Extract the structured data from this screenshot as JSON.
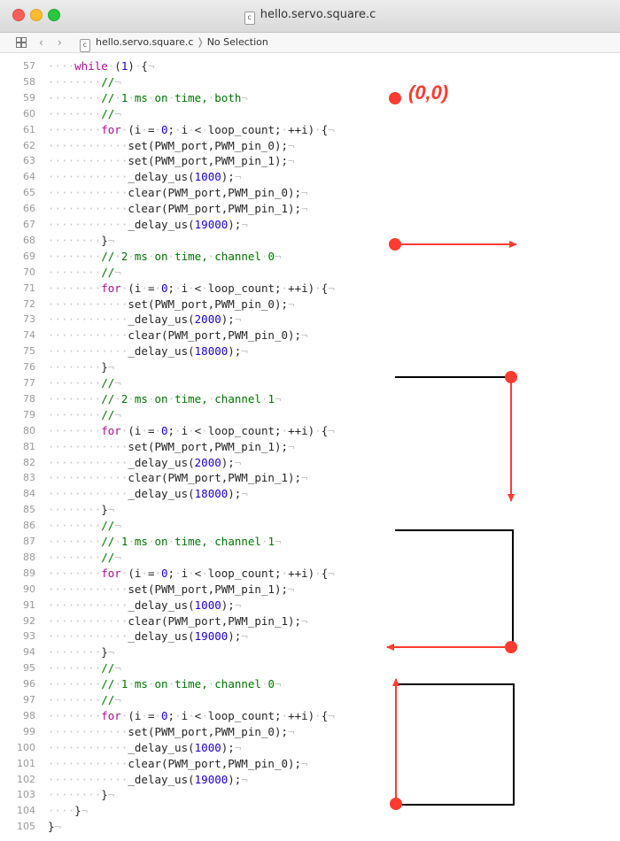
{
  "window": {
    "title": "hello.servo.square.c"
  },
  "navbar": {
    "file_icon_letter": "c",
    "file": "hello.servo.square.c",
    "selection": "No Selection"
  },
  "code": {
    "lines": [
      {
        "n": "57",
        "t": "    while (1) {¬"
      },
      {
        "n": "58",
        "t": "        //¬"
      },
      {
        "n": "59",
        "t": "        // 1 ms on time, both¬"
      },
      {
        "n": "60",
        "t": "        //¬"
      },
      {
        "n": "61",
        "t": "        for (i = 0; i < loop_count; ++i) {¬"
      },
      {
        "n": "62",
        "t": "            set(PWM_port,PWM_pin_0);¬"
      },
      {
        "n": "63",
        "t": "            set(PWM_port,PWM_pin_1);¬"
      },
      {
        "n": "64",
        "t": "            _delay_us(1000);¬"
      },
      {
        "n": "65",
        "t": "            clear(PWM_port,PWM_pin_0);¬"
      },
      {
        "n": "66",
        "t": "            clear(PWM_port,PWM_pin_1);¬"
      },
      {
        "n": "67",
        "t": "            _delay_us(19000);¬"
      },
      {
        "n": "68",
        "t": "        }¬"
      },
      {
        "n": "69",
        "t": "        // 2 ms on time, channel 0¬"
      },
      {
        "n": "70",
        "t": "        //¬"
      },
      {
        "n": "71",
        "t": "        for (i = 0; i < loop_count; ++i) {¬"
      },
      {
        "n": "72",
        "t": "            set(PWM_port,PWM_pin_0);¬"
      },
      {
        "n": "73",
        "t": "            _delay_us(2000);¬"
      },
      {
        "n": "74",
        "t": "            clear(PWM_port,PWM_pin_0);¬"
      },
      {
        "n": "75",
        "t": "            _delay_us(18000);¬"
      },
      {
        "n": "76",
        "t": "        }¬"
      },
      {
        "n": "77",
        "t": "        //¬"
      },
      {
        "n": "78",
        "t": "        // 2 ms on time, channel 1¬"
      },
      {
        "n": "79",
        "t": "        //¬"
      },
      {
        "n": "80",
        "t": "        for (i = 0; i < loop_count; ++i) {¬"
      },
      {
        "n": "81",
        "t": "            set(PWM_port,PWM_pin_1);¬"
      },
      {
        "n": "82",
        "t": "            _delay_us(2000);¬"
      },
      {
        "n": "83",
        "t": "            clear(PWM_port,PWM_pin_1);¬"
      },
      {
        "n": "84",
        "t": "            _delay_us(18000);¬"
      },
      {
        "n": "85",
        "t": "        }¬"
      },
      {
        "n": "86",
        "t": "        //¬"
      },
      {
        "n": "87",
        "t": "        // 1 ms on time, channel 1¬"
      },
      {
        "n": "88",
        "t": "        //¬"
      },
      {
        "n": "89",
        "t": "        for (i = 0; i < loop_count; ++i) {¬"
      },
      {
        "n": "90",
        "t": "            set(PWM_port,PWM_pin_1);¬"
      },
      {
        "n": "91",
        "t": "            _delay_us(1000);¬"
      },
      {
        "n": "92",
        "t": "            clear(PWM_port,PWM_pin_1);¬"
      },
      {
        "n": "93",
        "t": "            _delay_us(19000);¬"
      },
      {
        "n": "94",
        "t": "        }¬"
      },
      {
        "n": "95",
        "t": "        //¬"
      },
      {
        "n": "96",
        "t": "        // 1 ms on time, channel 0¬"
      },
      {
        "n": "97",
        "t": "        //¬"
      },
      {
        "n": "98",
        "t": "        for (i = 0; i < loop_count; ++i) {¬"
      },
      {
        "n": "99",
        "t": "            set(PWM_port,PWM_pin_0);¬"
      },
      {
        "n": "100",
        "t": "            _delay_us(1000);¬"
      },
      {
        "n": "101",
        "t": "            clear(PWM_port,PWM_pin_0);¬"
      },
      {
        "n": "102",
        "t": "            _delay_us(19000);¬"
      },
      {
        "n": "103",
        "t": "        }¬"
      },
      {
        "n": "104",
        "t": "    }¬"
      },
      {
        "n": "105",
        "t": "}¬"
      }
    ]
  },
  "annotation": {
    "origin_label": "(0,0)"
  },
  "colors": {
    "keyword": "#aa0d91",
    "number": "#1c00cf",
    "comment": "#007400",
    "marker": "#ff3b30"
  }
}
